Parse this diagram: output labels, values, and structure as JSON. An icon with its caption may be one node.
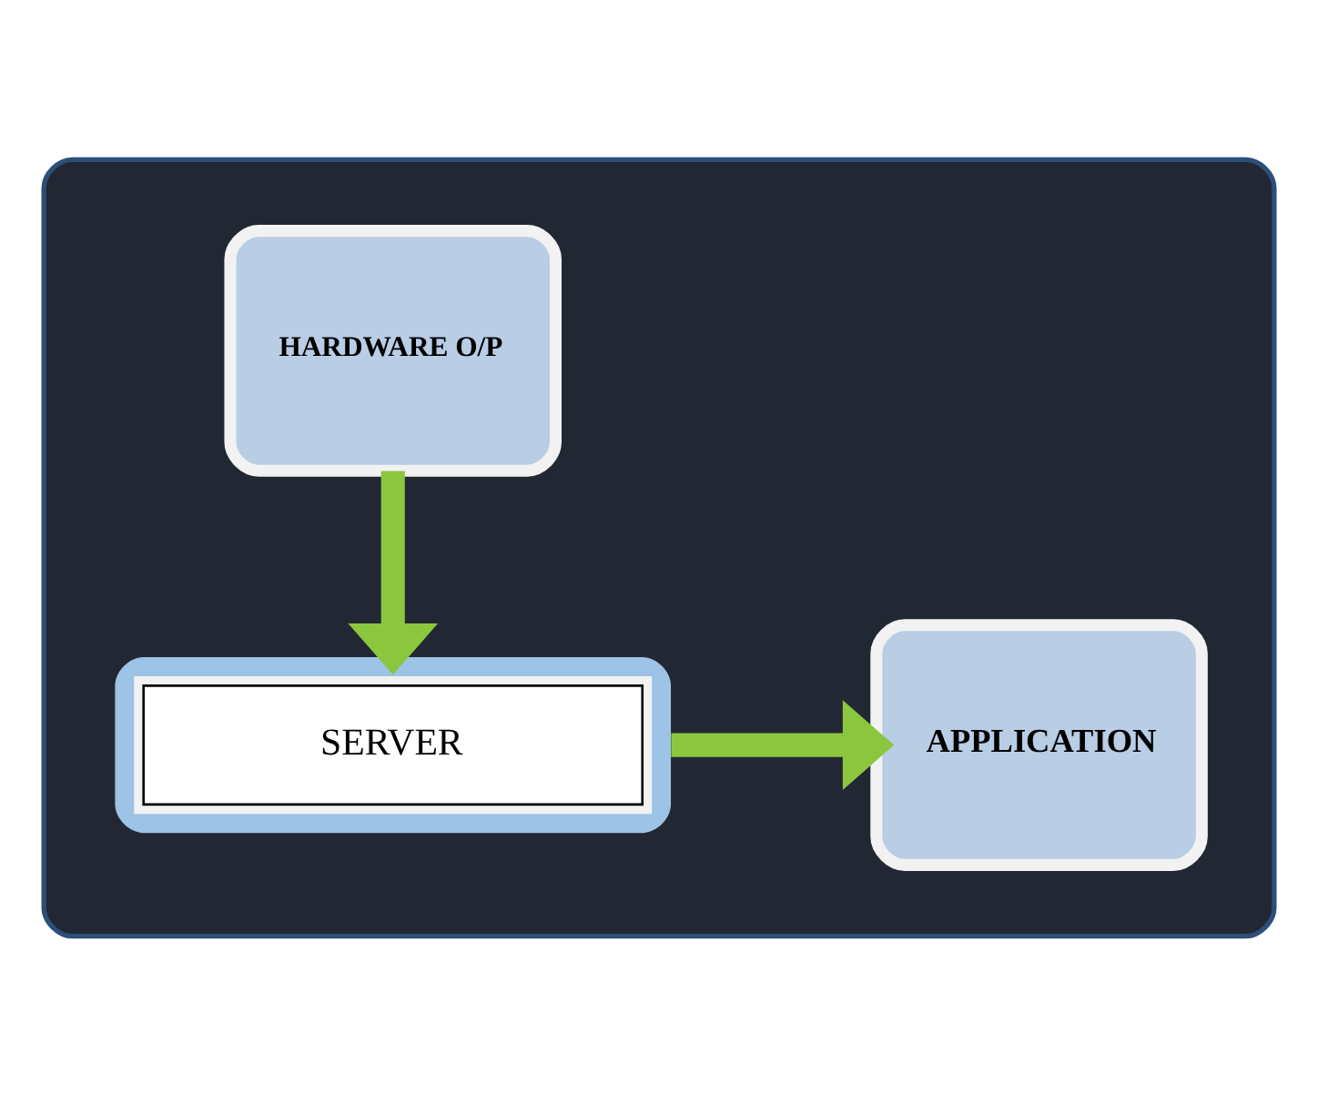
{
  "diagram": {
    "nodes": [
      {
        "text": [],
        "shape": "box"
      },
      {
        "text": [
          "HARDWARE O/P"
        ],
        "in": 0
      },
      {
        "text": [
          "SERVER"
        ],
        "in": 0
      },
      {
        "text": [
          "APPLICATION"
        ],
        "in": 0
      }
    ],
    "edges": [
      {
        "from": 1,
        "to": 2,
        "arrow": "to"
      },
      {
        "from": 2,
        "to": 3,
        "arrow": "to"
      }
    ]
  }
}
